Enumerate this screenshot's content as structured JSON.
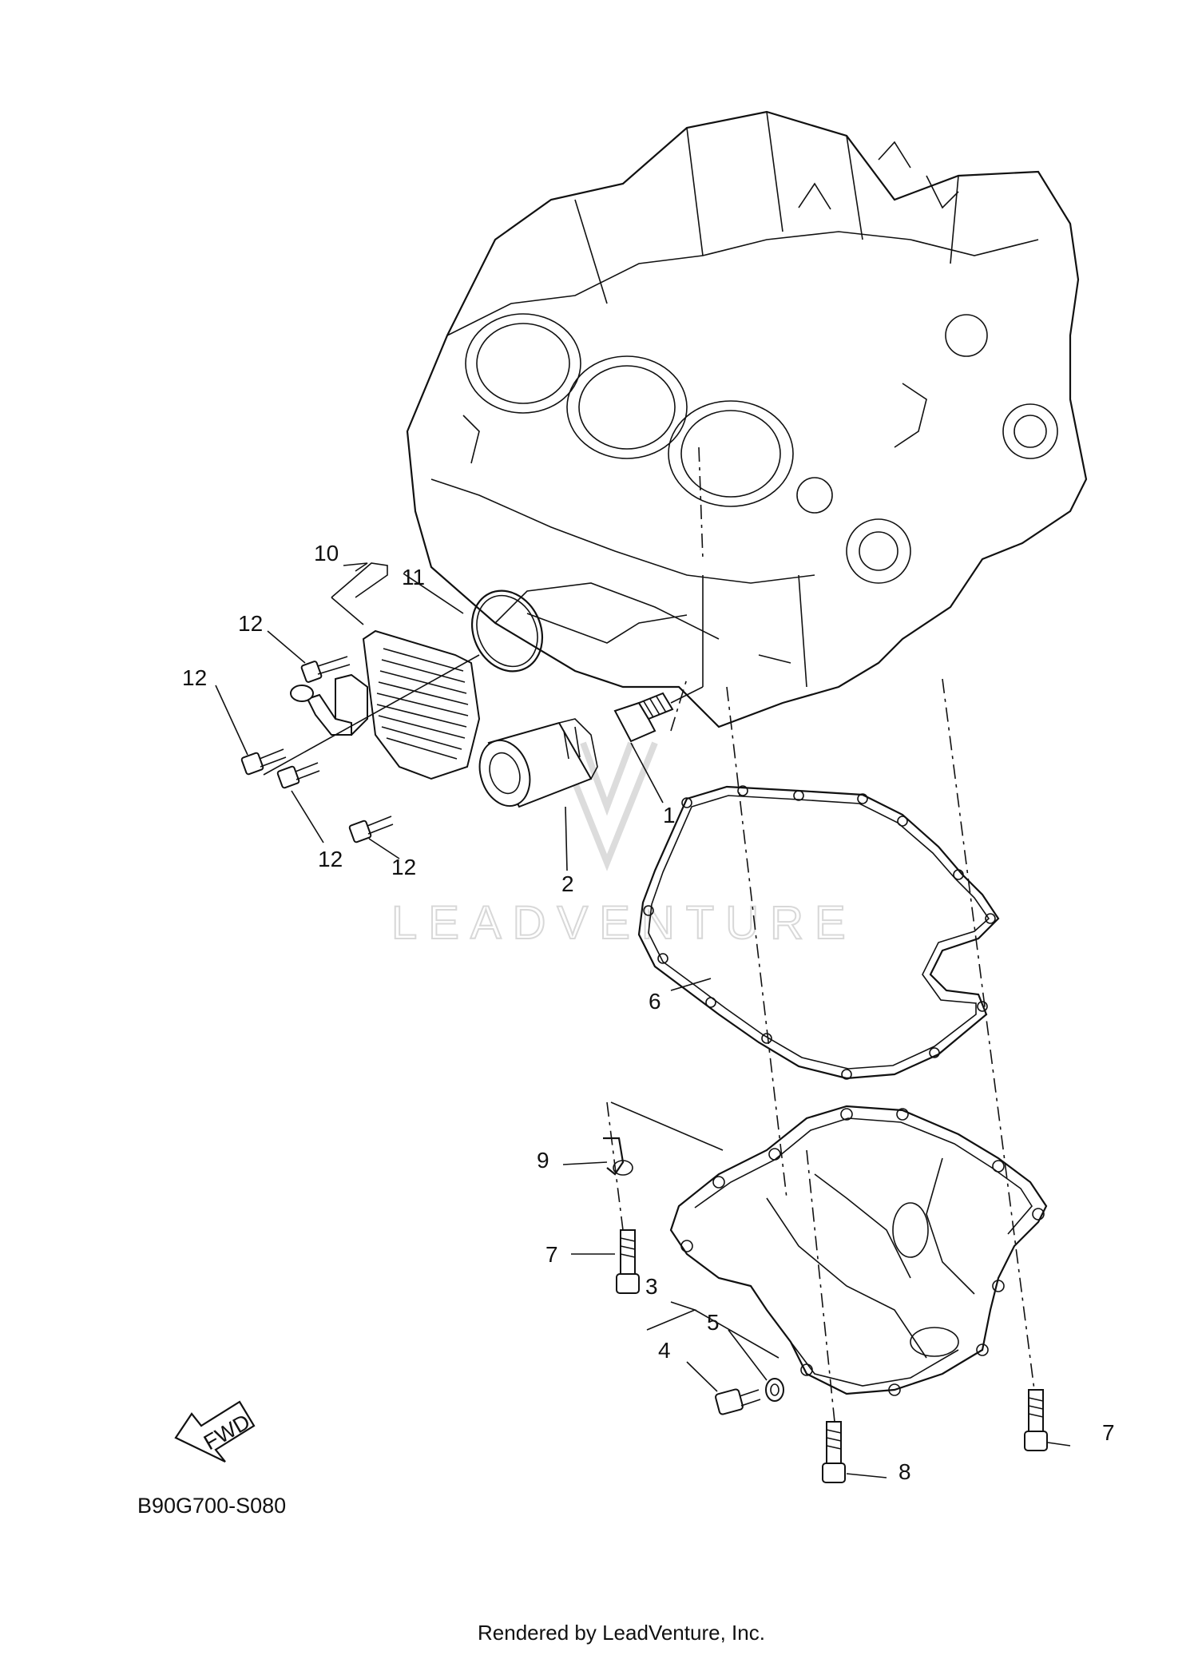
{
  "callouts": {
    "c1": "1",
    "c2": "2",
    "c3": "3",
    "c4": "4",
    "c5": "5",
    "c6": "6",
    "c7a": "7",
    "c7b": "7",
    "c8": "8",
    "c9": "9",
    "c10": "10",
    "c11": "11",
    "c12a": "12",
    "c12b": "12",
    "c12c": "12",
    "c12d": "12"
  },
  "fwd_label": "FWD",
  "diagram_code": "B90G700-S080",
  "watermark": "LEADVENTURE",
  "render_credit": "Rendered by LeadVenture, Inc."
}
